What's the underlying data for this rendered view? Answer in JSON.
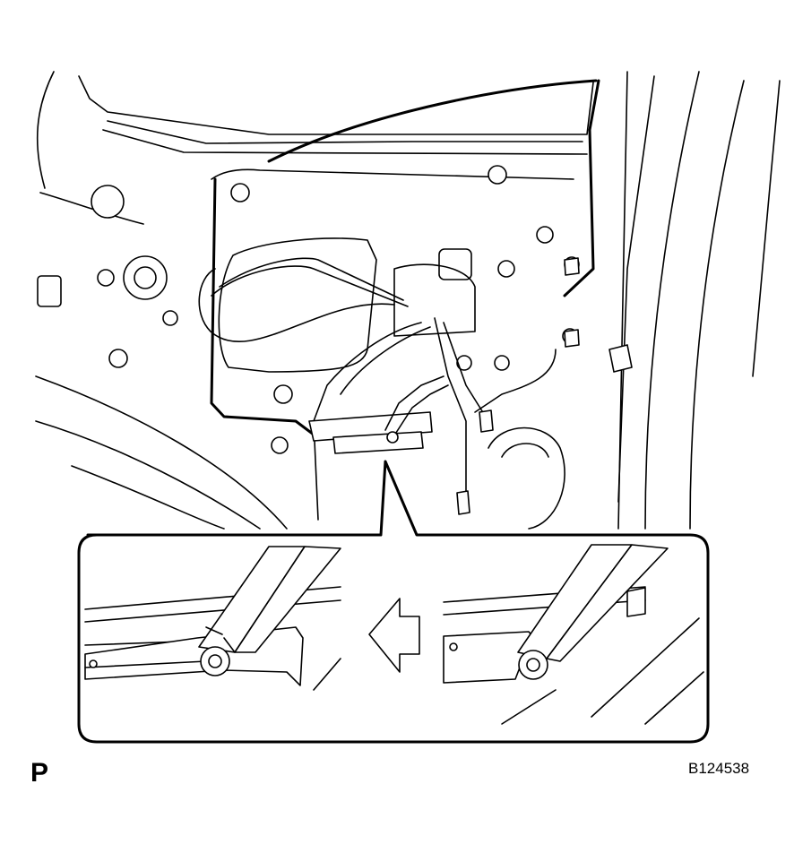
{
  "figure": {
    "view_label": "P",
    "figure_id": "B124538"
  },
  "icons": {
    "main_view": "door-inner-panel-illustration",
    "detail": "window-regulator-rail-detail",
    "direction": "left-arrow-icon"
  }
}
